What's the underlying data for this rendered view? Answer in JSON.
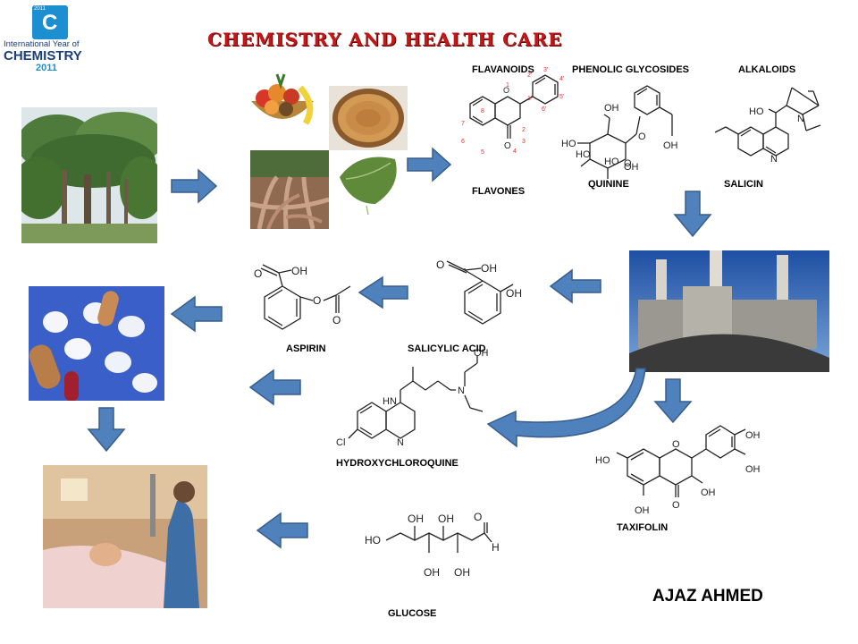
{
  "logo": {
    "year_small": "2011",
    "letter": "C",
    "line1": "International Year of",
    "line2": "CHEMISTRY",
    "line3": "2011"
  },
  "title": "CHEMISTRY AND HEALTH CARE",
  "classes": {
    "flavanoids": "FLAVANOIDS",
    "phenolic_glycosides": "PHENOLIC GLYCOSIDES",
    "alkaloids": "ALKALOIDS"
  },
  "compounds": {
    "flavones": "FLAVONES",
    "quinine": "QUININE",
    "salicin": "SALICIN",
    "aspirin": "ASPIRIN",
    "salicylic_acid": "SALICYLIC ACID",
    "hydroxychloroquine": "HYDROXYCHLOROQUINE",
    "taxifolin": "TAXIFOLIN",
    "glucose": "GLUCOSE"
  },
  "author": "AJAZ AHMED",
  "colors": {
    "title": "#c41818",
    "arrow_fill": "#4f81bd",
    "arrow_stroke": "#385d8a"
  }
}
